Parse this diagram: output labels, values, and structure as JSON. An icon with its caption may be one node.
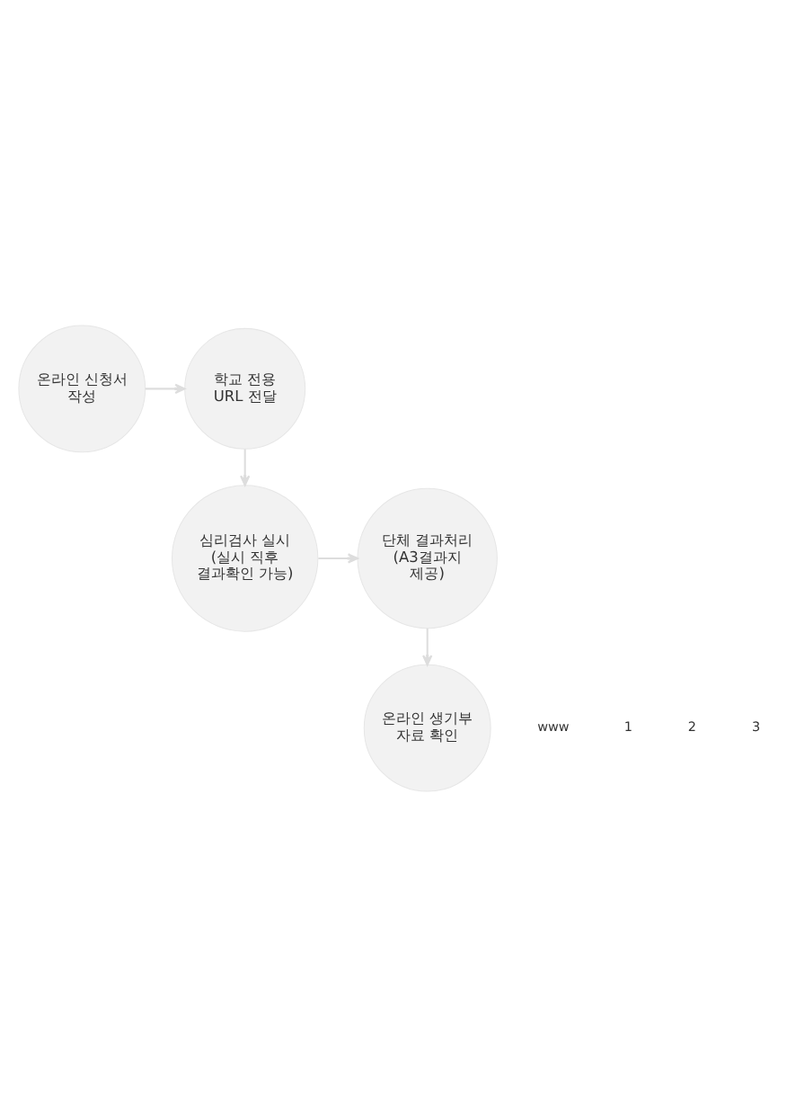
{
  "diagram": {
    "nodes": [
      {
        "text": [
          "온라인 신청서 작성"
        ]
      },
      {
        "text": [
          "학교 전용 URL 전달"
        ]
      },
      {
        "text": [
          "심리검사 실시 (실시 직후 결과확인 가능)"
        ]
      },
      {
        "text": [
          "단체 결과처리 (A3결과지 제공)"
        ]
      },
      {
        "text": [
          "온라인 생기부 자료 확인"
        ]
      }
    ],
    "edges": [
      {
        "from": 0,
        "to": 1,
        "arrow": "to",
        "color": "#dddddd"
      },
      {
        "from": 1,
        "to": 2,
        "arrow": "to",
        "color": "#dddddd"
      },
      {
        "from": 2,
        "to": 3,
        "arrow": "to",
        "color": "#dddddd"
      },
      {
        "from": 3,
        "to": 4,
        "arrow": "to",
        "color": "#dddddd"
      }
    ],
    "labels": [
      "www",
      "1",
      "2",
      "3"
    ]
  }
}
